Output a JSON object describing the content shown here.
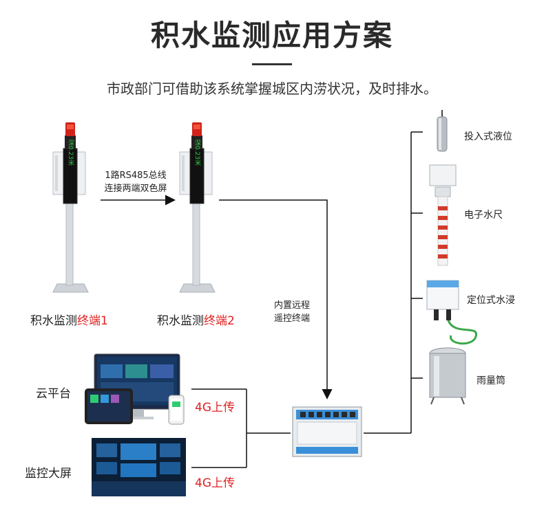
{
  "title": "积水监测应用方案",
  "subtitle": "市政部门可借助该系统掌握城区内涝状况，及时排水。",
  "terminals": [
    {
      "prefix": "积水监测",
      "suffix": "终端1",
      "screen_text": "深 0.23 米"
    },
    {
      "prefix": "积水监测",
      "suffix": "终端2",
      "screen_text": "深 0.23 米"
    }
  ],
  "bus_label": {
    "line1": "1路RS485总线",
    "line2": "连接两端双色屏"
  },
  "remote_label": {
    "line1": "内置远程",
    "line2": "遥控终端"
  },
  "sensors": [
    {
      "label": "投入式液位"
    },
    {
      "label": "电子水尺"
    },
    {
      "label": "定位式水浸"
    },
    {
      "label": "雨量筒"
    }
  ],
  "platforms": [
    {
      "label": "云平台",
      "upload": "4G上传"
    },
    {
      "label": "监控大屏",
      "upload": "4G上传"
    }
  ],
  "colors": {
    "accent_red": "#e02020",
    "led_green": "#2ecc40",
    "line": "#111111"
  }
}
